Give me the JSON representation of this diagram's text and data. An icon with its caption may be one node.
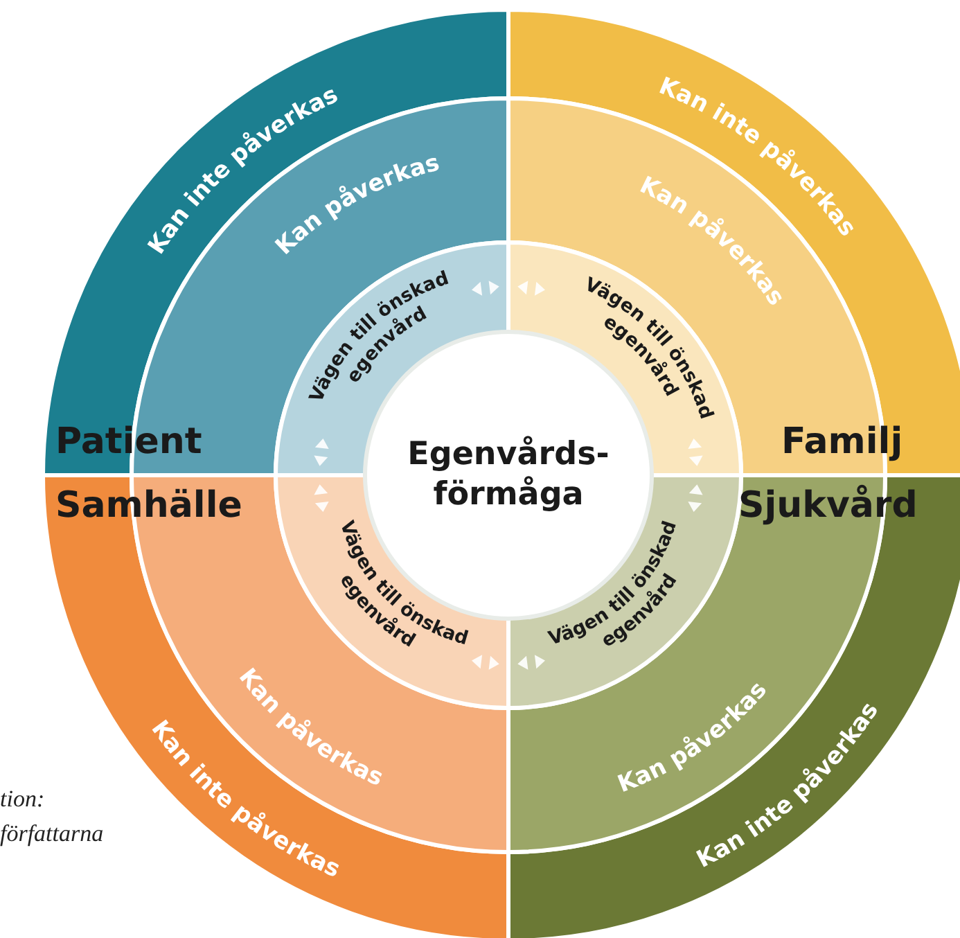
{
  "diagram": {
    "nodes": [
      {
        "text": [
          "Egenvårds- förmåga"
        ]
      },
      {
        "text": [
          "Kan inte påverkas"
        ]
      },
      {
        "text": [
          "Kan påverkas"
        ]
      },
      {
        "text": [
          "Vägen till önskad egenvård"
        ]
      },
      {
        "text": [
          "Kan inte påverkas"
        ]
      },
      {
        "text": [
          "Kan påverkas"
        ]
      },
      {
        "text": [
          "Vägen till önskad egenvård"
        ]
      },
      {
        "text": [
          "Kan inte påverkas"
        ]
      },
      {
        "text": [
          "Kan påverkas"
        ]
      },
      {
        "text": [
          "Vägen till önskad egenvård"
        ]
      },
      {
        "text": [
          "Kan inte påverkas"
        ]
      },
      {
        "text": [
          "Kan påverkas"
        ]
      },
      {
        "text": [
          "Vägen till önskad egenvård"
        ]
      }
    ],
    "labels": [
      "Patient",
      "Familj",
      "Samhälle",
      "Sjukvård",
      "tion:",
      "författarna"
    ]
  }
}
